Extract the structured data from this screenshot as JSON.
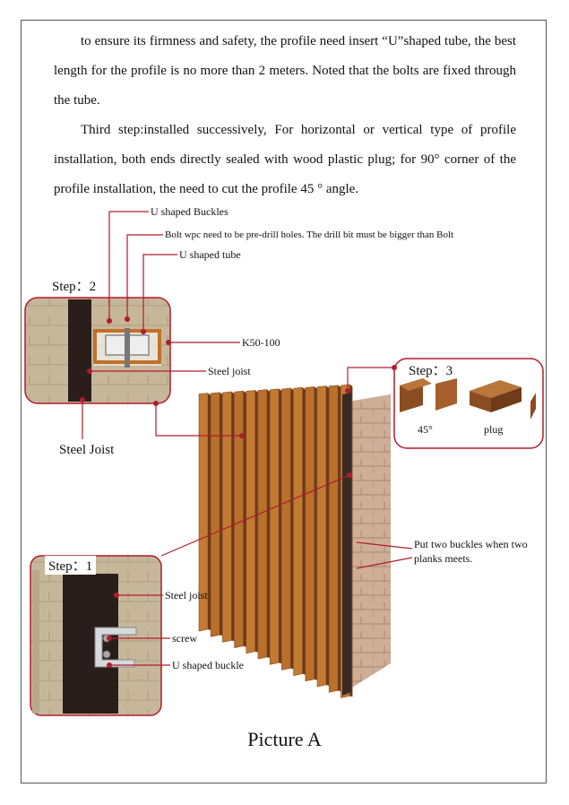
{
  "text": {
    "para1": "to ensure its firmness and safety, the profile need insert “U”shaped tube, the best length for the profile is no more than 2 meters. Noted that the bolts are fixed through the tube.",
    "para2": "Third step:installed successively, For horizontal or vertical type of profile installation, both ends directly sealed with wood plastic plug; for 90° corner of the profile installation, the need to cut the profile 45 ° angle."
  },
  "labels": {
    "u_buckles": "U shaped Buckles",
    "bolt_note": "Bolt wpc need to be pre-drill holes. The drill bit must be bigger than Bolt",
    "u_tube": "U shaped tube",
    "k50": "K50-100",
    "steel_joist_small": "Steel joist",
    "steel_joist_big": "Steel Joist",
    "two_buckles_1": "Put two buckles when two",
    "two_buckles_2": "planks meets.",
    "step1_joist": "Steel joist",
    "screw": "screw",
    "u_buckle": "U shaped buckle",
    "angle": "45°",
    "plug": "plug"
  },
  "steps": {
    "step1": "Step：1",
    "step2": "Step：2",
    "step3": "Step：3"
  },
  "caption": "Picture A",
  "colors": {
    "callout": "#b01c2e",
    "wood": "#b8702c",
    "steel": "#2a1e1a",
    "brick": "#c9a58e"
  }
}
